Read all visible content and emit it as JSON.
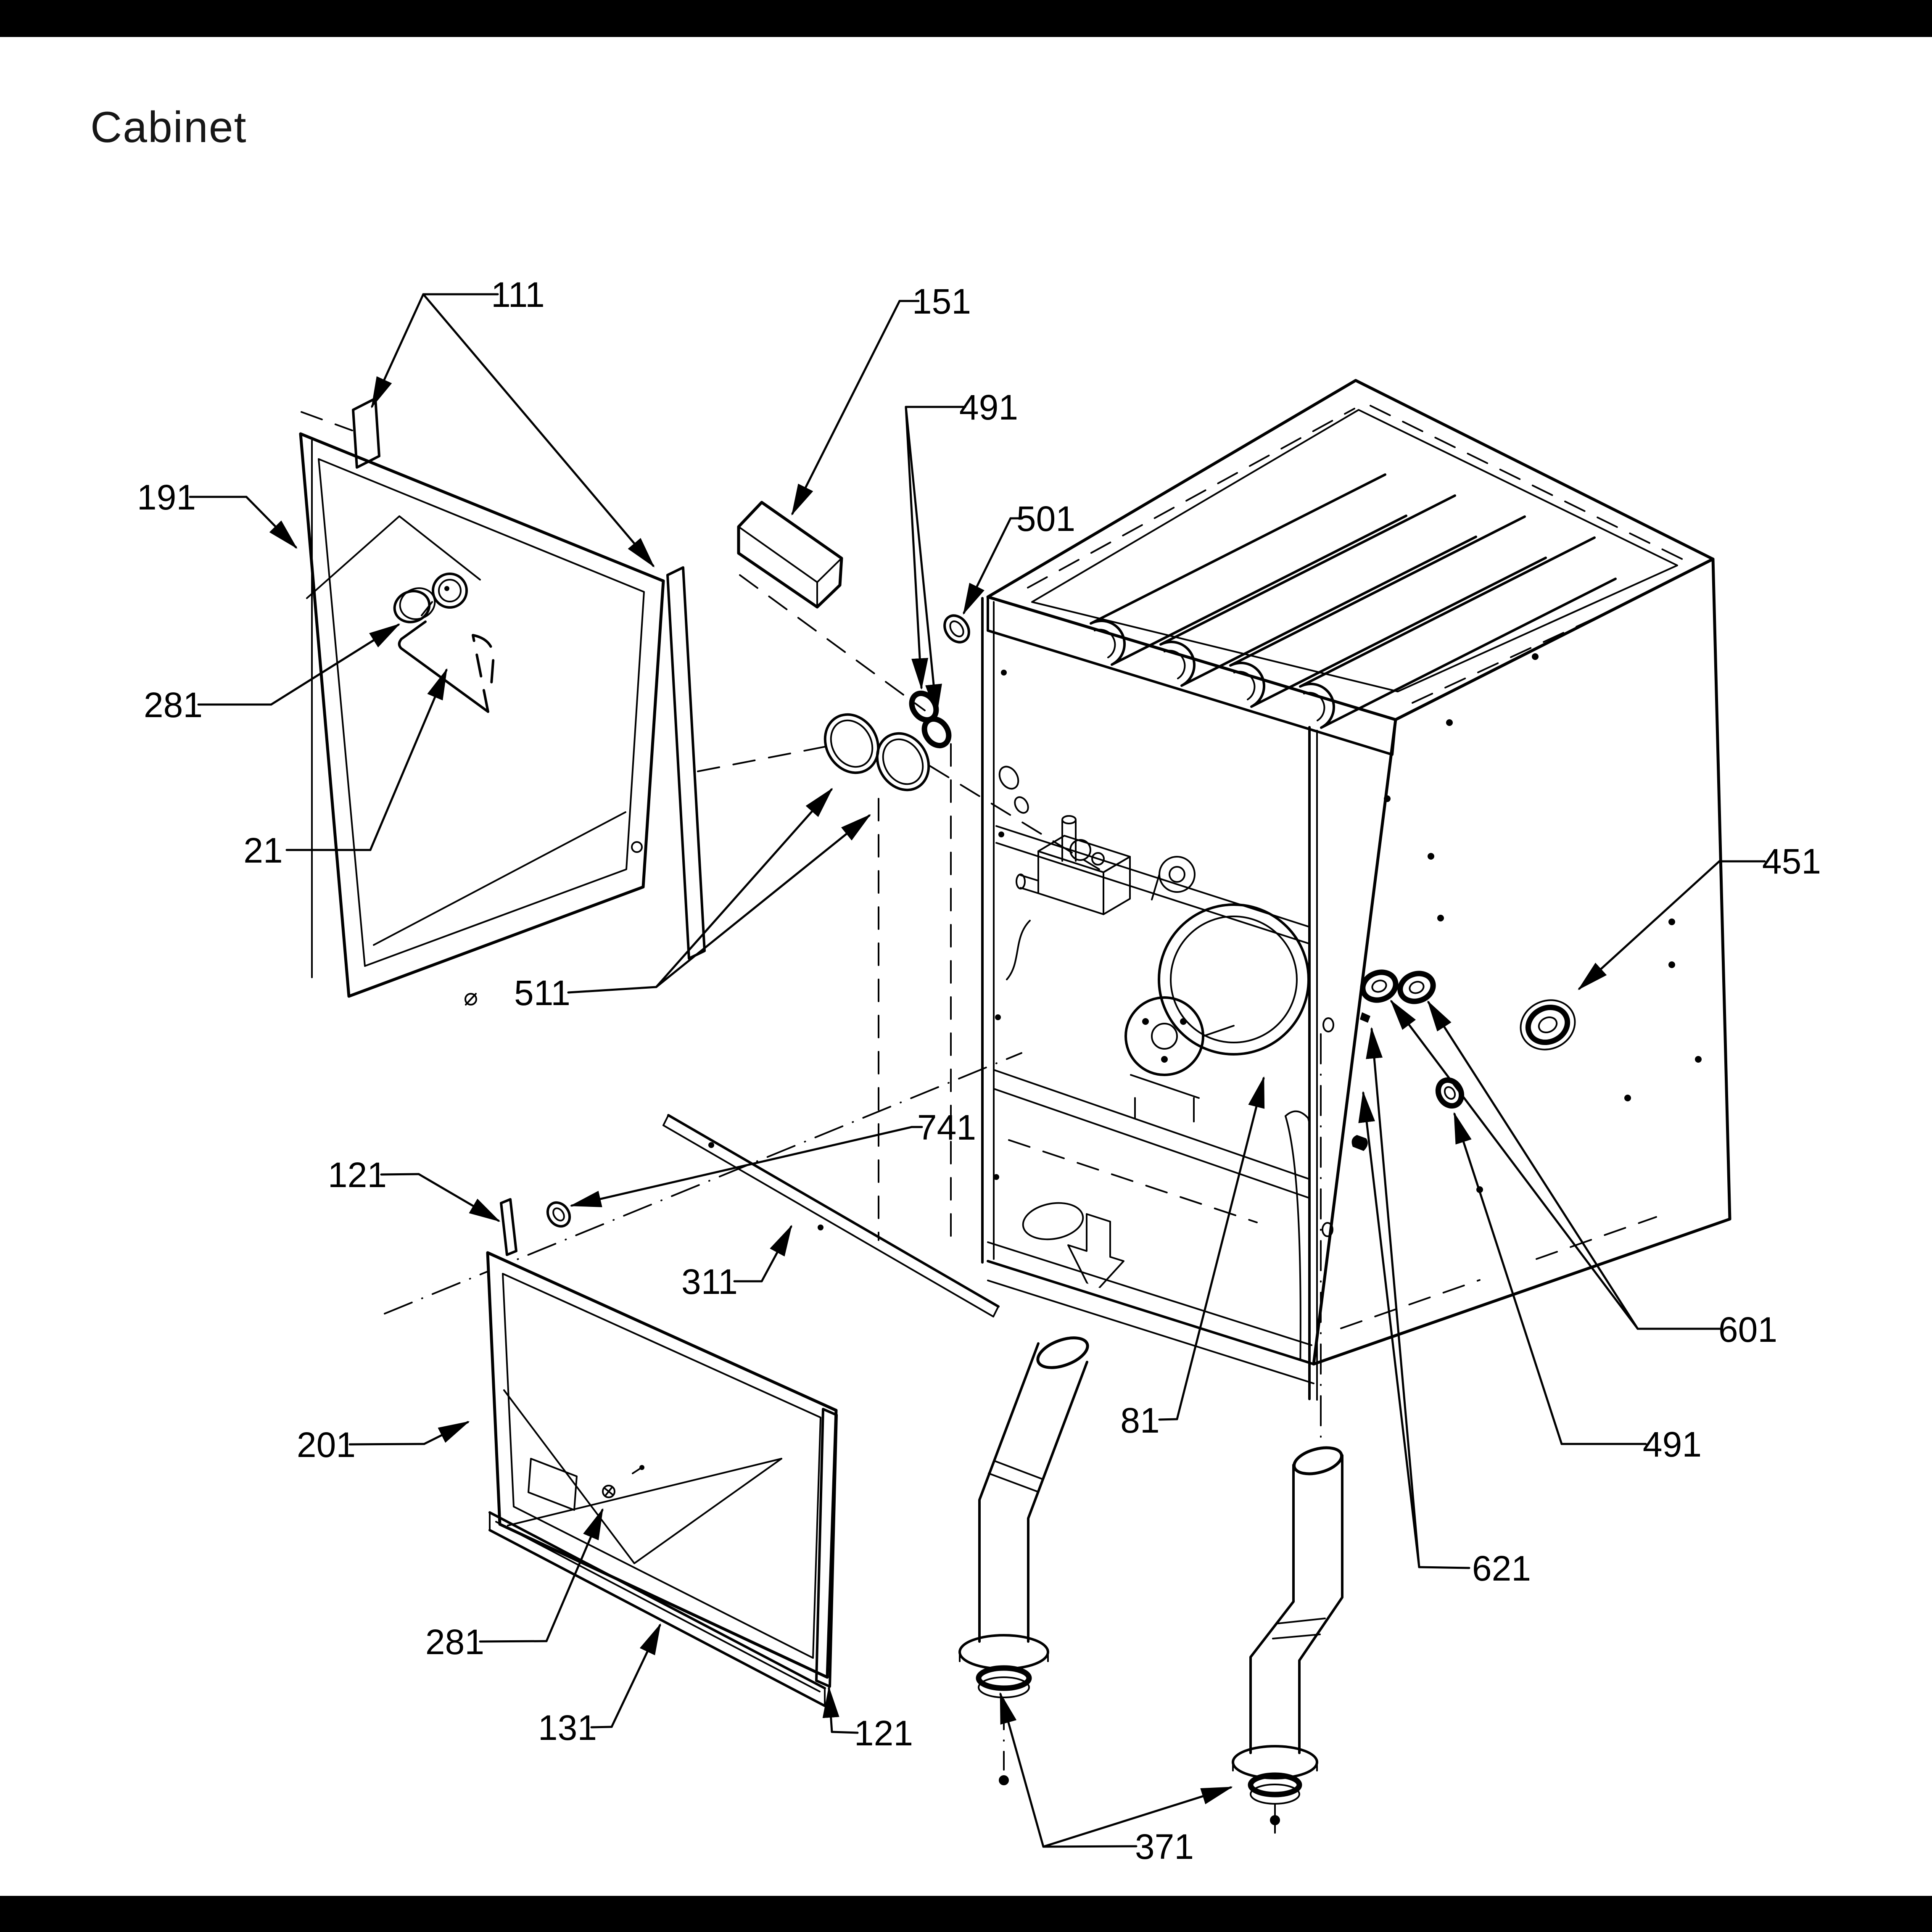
{
  "title": "Cabinet",
  "figure_type": "exploded-parts-line-diagram",
  "colors": {
    "background": "#ffffff",
    "line": "#000000",
    "letterbox": "#000000"
  },
  "callouts": [
    {
      "id": "111",
      "label": "111"
    },
    {
      "id": "151",
      "label": "151"
    },
    {
      "id": "491a",
      "label": "491"
    },
    {
      "id": "501",
      "label": "501"
    },
    {
      "id": "191",
      "label": "191"
    },
    {
      "id": "281a",
      "label": "281"
    },
    {
      "id": "21",
      "label": "21"
    },
    {
      "id": "511",
      "label": "511"
    },
    {
      "id": "741",
      "label": "741"
    },
    {
      "id": "121a",
      "label": "121"
    },
    {
      "id": "311",
      "label": "311"
    },
    {
      "id": "201",
      "label": "201"
    },
    {
      "id": "281b",
      "label": "281"
    },
    {
      "id": "131",
      "label": "131"
    },
    {
      "id": "121b",
      "label": "121"
    },
    {
      "id": "371",
      "label": "371"
    },
    {
      "id": "81",
      "label": "81"
    },
    {
      "id": "451",
      "label": "451"
    },
    {
      "id": "601",
      "label": "601"
    },
    {
      "id": "491b",
      "label": "491"
    },
    {
      "id": "621",
      "label": "621"
    }
  ]
}
